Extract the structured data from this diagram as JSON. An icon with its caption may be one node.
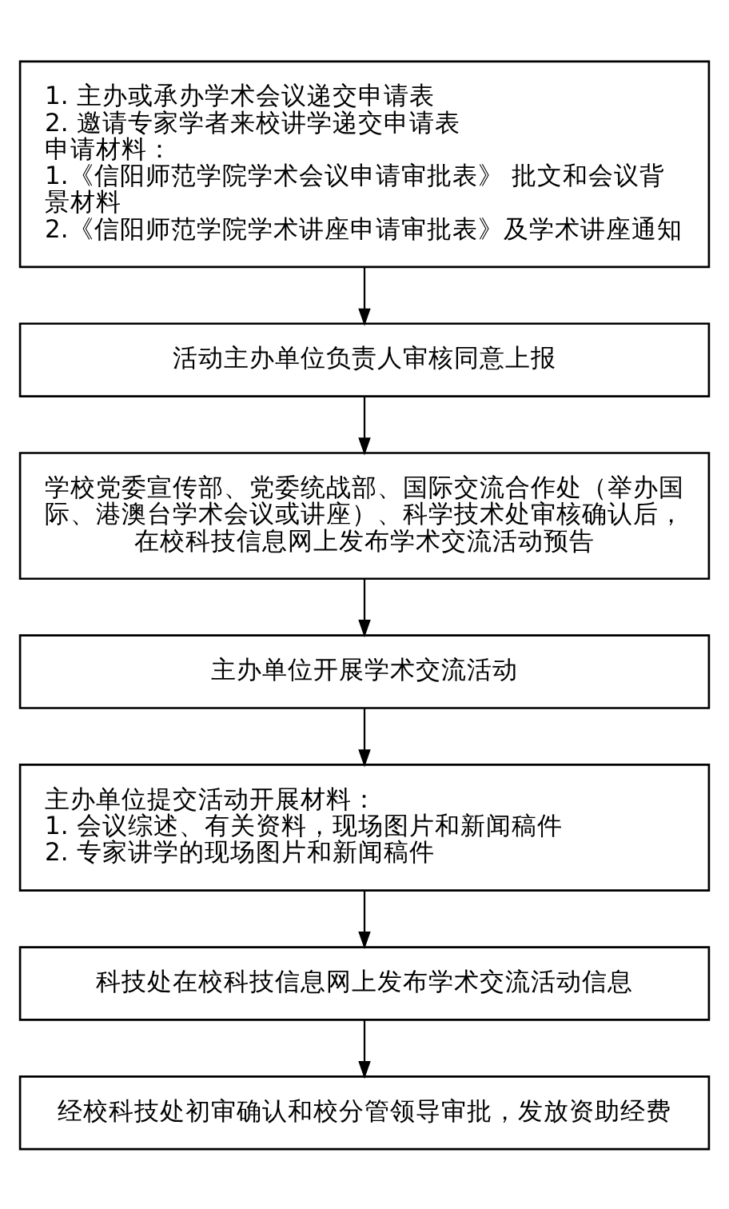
{
  "diagram": {
    "nodes": [
      {
        "text": [
          "1. 主办或承办学术会议递交申请表",
          "2. 邀请专家学者来校讲学递交申请表",
          "申请材料：",
          "1.《信阳师范学院学术会议申请审批表》 批文和会议背景材料",
          "2.《信阳师范学院学术讲座申请审批表》及学术讲座通知"
        ]
      },
      {
        "text": [
          "活动主办单位负责人审核同意上报"
        ]
      },
      {
        "text": [
          "学校党委宣传部、党委统战部、国际交流合作处（举办国际、港澳台学术会议或讲座）、科学技术处审核确认后，在校科技信息网上发布学术交流活动预告"
        ]
      },
      {
        "text": [
          "主办单位开展学术交流活动"
        ]
      },
      {
        "text": [
          "主办单位提交活动开展材料：",
          "1. 会议综述、有关资料，现场图片和新闻稿件",
          "2. 专家讲学的现场图片和新闻稿件"
        ]
      },
      {
        "text": [
          "科技处在校科技信息网上发布学术交流活动信息"
        ]
      },
      {
        "text": [
          "经校科技处初审确认和校分管领导审批，发放资助经费"
        ]
      }
    ],
    "edges": [
      {
        "from": 0,
        "to": 1,
        "arrow": "to"
      },
      {
        "from": 1,
        "to": 2,
        "arrow": "to"
      },
      {
        "from": 2,
        "to": 3,
        "arrow": "to"
      },
      {
        "from": 3,
        "to": 4,
        "arrow": "to"
      },
      {
        "from": 4,
        "to": 5,
        "arrow": "to"
      },
      {
        "from": 5,
        "to": 6,
        "arrow": "to"
      }
    ]
  }
}
